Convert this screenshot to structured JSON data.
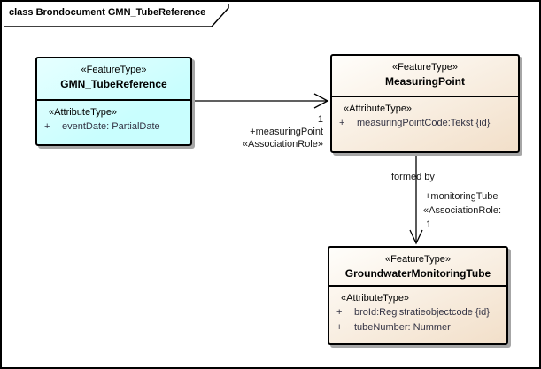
{
  "frame": {
    "title": "class Brondocument GMN_TubeReference"
  },
  "colors": {
    "background": "#FFFFFF",
    "box_border": "#000000",
    "shadow": "#A6A6A6",
    "cyan_class_fill": "#C9FEFE",
    "tan_class_fill_top": "#FFFEFB",
    "tan_class_fill_bottom": "#F2DFC9",
    "attribute_text": "#333344",
    "connector_color": "#000000"
  },
  "classes": {
    "gmn_tube_reference": {
      "stereotype": "«FeatureType»",
      "name": "GMN_TubeReference",
      "section_stereotype": "«AttributeType»",
      "attributes": [
        {
          "visibility": "+",
          "text": "eventDate: PartialDate"
        }
      ]
    },
    "measuring_point": {
      "stereotype": "«FeatureType»",
      "name": "MeasuringPoint",
      "section_stereotype": "«AttributeType»",
      "attributes": [
        {
          "visibility": "+",
          "text": "measuringPointCode:Tekst {id}"
        }
      ]
    },
    "groundwater_monitoring_tube": {
      "stereotype": "«FeatureType»",
      "name": "GroundwaterMonitoringTube",
      "section_stereotype": "«AttributeType»",
      "attributes": [
        {
          "visibility": "+",
          "text": "broId:Registratieobjectcode {id}"
        },
        {
          "visibility": "+",
          "text": "tubeNumber: Nummer"
        }
      ]
    }
  },
  "associations": {
    "measuring_point_assoc": {
      "multiplicity": "1",
      "role": "+measuringPoint",
      "stereotype": "«AssociationRole»"
    },
    "monitoring_tube_assoc": {
      "name": "formed by",
      "role": "+monitoringTube",
      "stereotype": "«AssociationRole:",
      "multiplicity": "1"
    }
  }
}
